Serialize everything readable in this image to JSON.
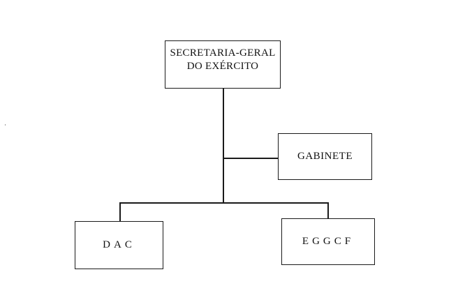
{
  "org_chart": {
    "root": {
      "line1": "SECRETARIA-GERAL",
      "line2": "DO EXÉRCITO"
    },
    "staff": {
      "label": "GABINETE"
    },
    "children": [
      {
        "label": "DAC"
      },
      {
        "label": "EGGCF"
      }
    ]
  }
}
